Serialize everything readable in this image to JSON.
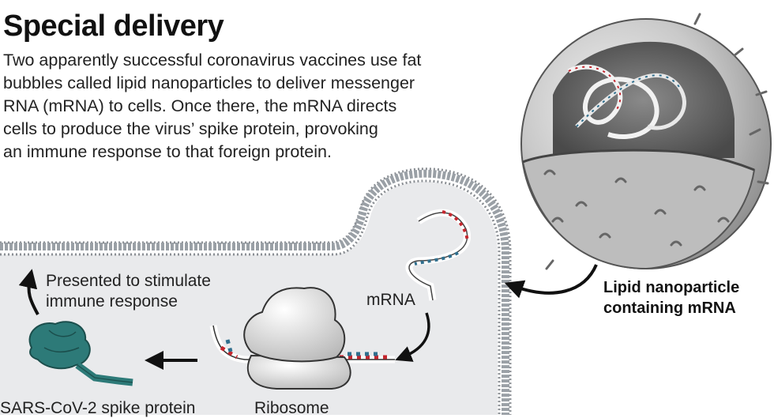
{
  "figure": {
    "title": "Special delivery",
    "description_lines": [
      "Two apparently successful coronavirus vaccines use fat",
      "bubbles called lipid nanoparticles to deliver messenger",
      "RNA (mRNA) to cells. Once there, the mRNA directs",
      "cells to produce the virus’ spike protein, provoking",
      "an immune response to that foreign protein."
    ]
  },
  "labels": {
    "presented_line1": "Presented to stimulate",
    "presented_line2": "immune response",
    "mrna": "mRNA",
    "lnp_line1": "Lipid nanoparticle",
    "lnp_line2": "containing mRNA",
    "spike": "SARS-CoV-2 spike protein",
    "ribosome": "Ribosome"
  },
  "colors": {
    "cell_fill": "#e9eaec",
    "membrane": "#8a8e93",
    "rna_red": "#c4262e",
    "rna_blue": "#2f6f8e",
    "protein_teal": "#2d7a78",
    "particle_gray": "#bfbfbf"
  }
}
